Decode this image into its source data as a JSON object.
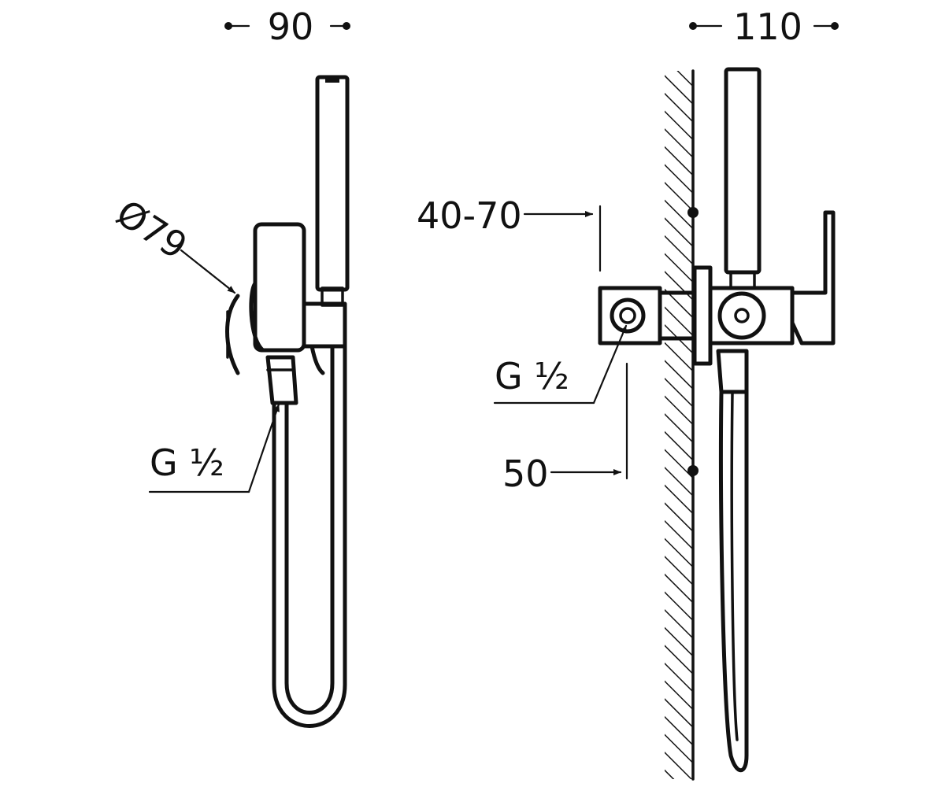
{
  "left_view": {
    "width_dim": "90",
    "diameter_dim": "Ø79",
    "thread_label": "G ½"
  },
  "right_view": {
    "width_dim": "110",
    "depth_dim": "40-70",
    "thread_label": "G ½",
    "offset_dim": "50"
  }
}
